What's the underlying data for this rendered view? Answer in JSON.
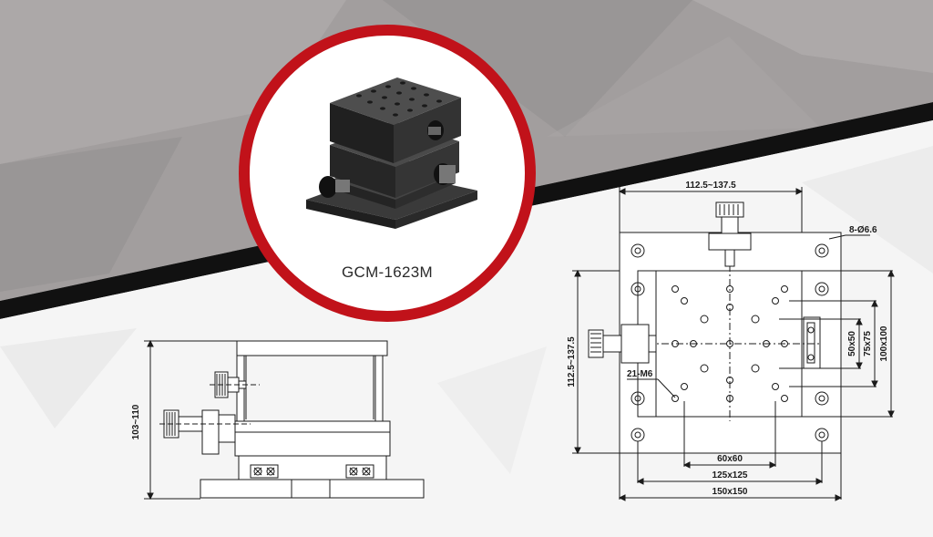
{
  "product": {
    "model": "GCM-1623M"
  },
  "side_view": {
    "height_dimension": "103~110"
  },
  "top_view": {
    "top_width": "112.5~137.5",
    "left_height": "112.5~137.5",
    "hole_spec": "8-Ø6.6",
    "thread_spec": "21-M6",
    "pattern_small": "60x60",
    "pattern_mid": "125x125",
    "base_size": "150x150",
    "right_50": "50x50",
    "right_75": "75x75",
    "right_100": "100x100"
  },
  "colors": {
    "accent_red": "#c1121a",
    "band_gray": "#9a9696",
    "stripe_black": "#111111"
  }
}
